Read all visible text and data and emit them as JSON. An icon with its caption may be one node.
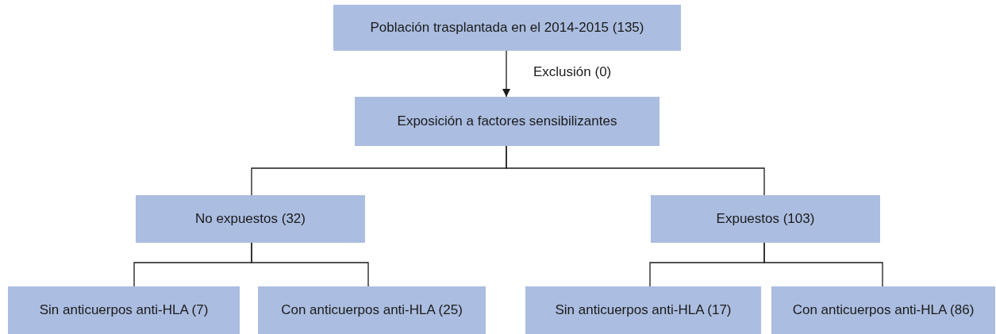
{
  "diagram": {
    "nodes": [
      {
        "text": [
          "Población trasplantada en el 2014-2015 (135)"
        ]
      },
      {
        "text": [
          "Exposición a factores sensibilizantes"
        ]
      },
      {
        "text": [
          "No expuestos (32)"
        ]
      },
      {
        "text": [
          "Expuestos (103)"
        ]
      },
      {
        "text": [
          "Sin anticuerpos anti-HLA (7)"
        ]
      },
      {
        "text": [
          "Con anticuerpos anti-HLA (25)"
        ]
      },
      {
        "text": [
          "Sin anticuerpos anti-HLA (17)"
        ]
      },
      {
        "text": [
          "Con anticuerpos anti-HLA (86)"
        ]
      }
    ],
    "edges": [
      {
        "from": 0,
        "to": 1,
        "arrow": "to",
        "label": "Exclusión (0)"
      },
      {
        "from": 1,
        "to": 2,
        "arrow": "none"
      },
      {
        "from": 1,
        "to": 3,
        "arrow": "none"
      },
      {
        "from": 2,
        "to": 4,
        "arrow": "none"
      },
      {
        "from": 2,
        "to": 5,
        "arrow": "none"
      },
      {
        "from": 3,
        "to": 6,
        "arrow": "none"
      },
      {
        "from": 3,
        "to": 7,
        "arrow": "none"
      }
    ]
  }
}
